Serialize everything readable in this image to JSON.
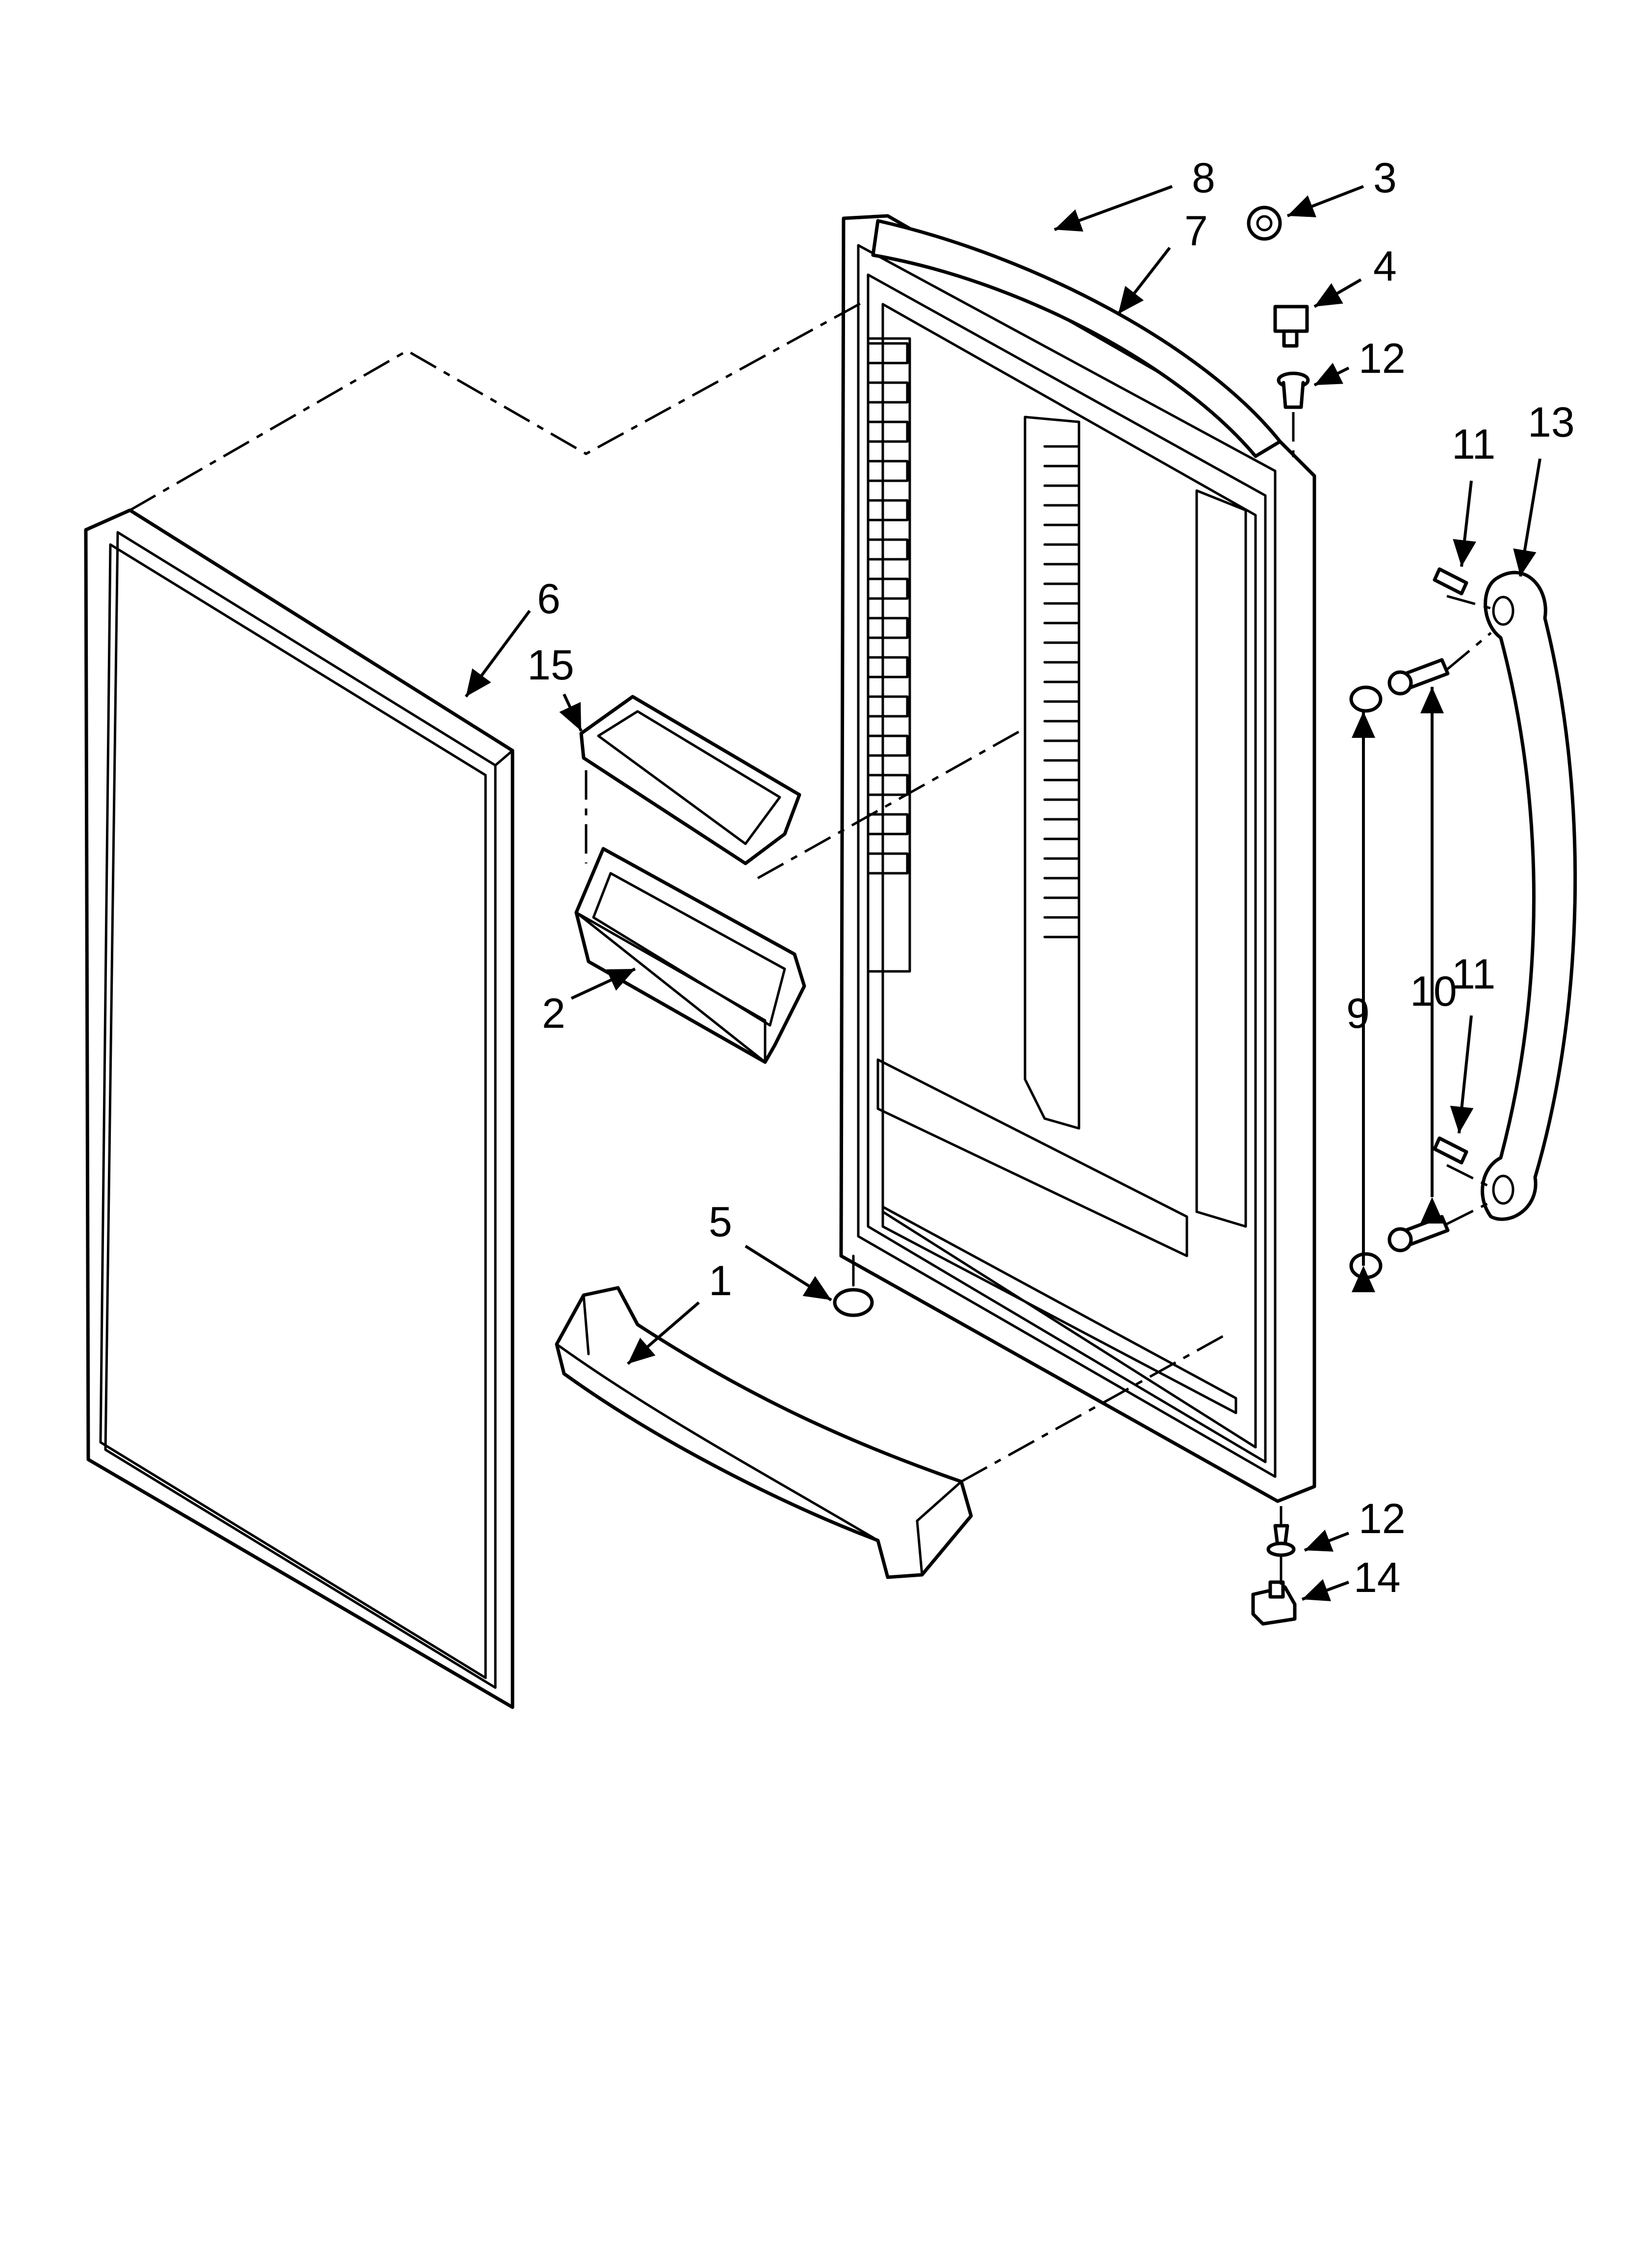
{
  "callouts": {
    "c1": "1",
    "c2": "2",
    "c3": "3",
    "c4": "4",
    "c5": "5",
    "c6": "6",
    "c7": "7",
    "c8": "8",
    "c9": "9",
    "c10": "10",
    "c11a": "11",
    "c11b": "11",
    "c12a": "12",
    "c12b": "12",
    "c13": "13",
    "c14": "14",
    "c15": "15"
  },
  "colors": {
    "ink": "#000000",
    "paper": "#ffffff"
  }
}
